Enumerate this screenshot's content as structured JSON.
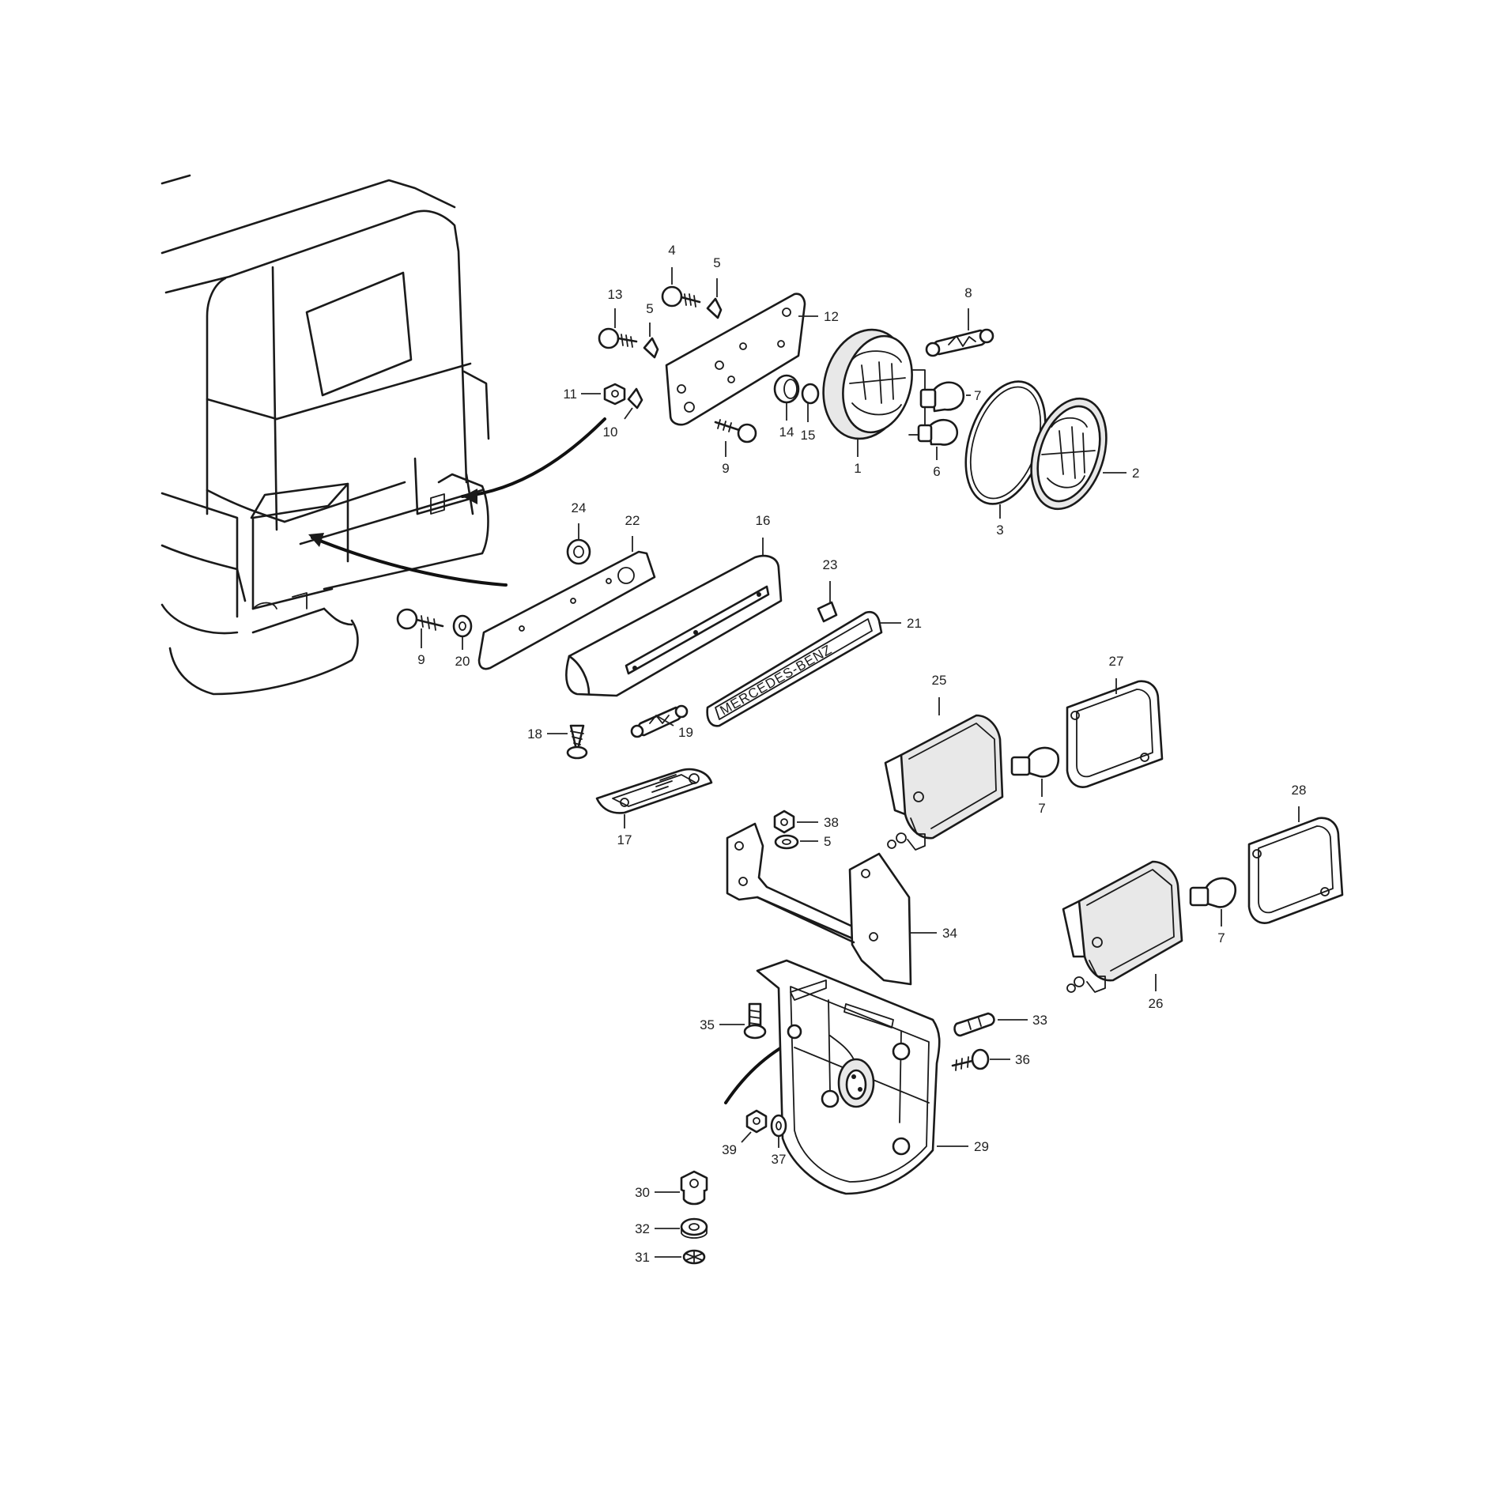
{
  "emblem_text": "MERCEDES-BENZ",
  "labels": [
    {
      "id": "c1",
      "text": "1",
      "anchor": "middle"
    },
    {
      "id": "c2",
      "text": "2",
      "anchor": "start"
    },
    {
      "id": "c3",
      "text": "3",
      "anchor": "middle"
    },
    {
      "id": "c4",
      "text": "4",
      "anchor": "middle"
    },
    {
      "id": "c5a",
      "text": "5",
      "anchor": "middle"
    },
    {
      "id": "c5b",
      "text": "5",
      "anchor": "middle"
    },
    {
      "id": "c5c",
      "text": "5",
      "anchor": "start"
    },
    {
      "id": "c6",
      "text": "6",
      "anchor": "middle"
    },
    {
      "id": "c7a",
      "text": "7",
      "anchor": "start"
    },
    {
      "id": "c7b",
      "text": "7",
      "anchor": "middle"
    },
    {
      "id": "c7c",
      "text": "7",
      "anchor": "middle"
    },
    {
      "id": "c8",
      "text": "8",
      "anchor": "middle"
    },
    {
      "id": "c9a",
      "text": "9",
      "anchor": "middle"
    },
    {
      "id": "c9b",
      "text": "9",
      "anchor": "middle"
    },
    {
      "id": "c10",
      "text": "10",
      "anchor": "middle"
    },
    {
      "id": "c11",
      "text": "11",
      "anchor": "end"
    },
    {
      "id": "c12",
      "text": "12",
      "anchor": "start"
    },
    {
      "id": "c13",
      "text": "13",
      "anchor": "middle"
    },
    {
      "id": "c14",
      "text": "14",
      "anchor": "middle"
    },
    {
      "id": "c15",
      "text": "15",
      "anchor": "middle"
    },
    {
      "id": "c16",
      "text": "16",
      "anchor": "middle"
    },
    {
      "id": "c17",
      "text": "17",
      "anchor": "middle"
    },
    {
      "id": "c18",
      "text": "18",
      "anchor": "end"
    },
    {
      "id": "c19",
      "text": "19",
      "anchor": "start"
    },
    {
      "id": "c20",
      "text": "20",
      "anchor": "middle"
    },
    {
      "id": "c21",
      "text": "21",
      "anchor": "start"
    },
    {
      "id": "c22",
      "text": "22",
      "anchor": "middle"
    },
    {
      "id": "c23",
      "text": "23",
      "anchor": "middle"
    },
    {
      "id": "c24",
      "text": "24",
      "anchor": "middle"
    },
    {
      "id": "c25",
      "text": "25",
      "anchor": "middle"
    },
    {
      "id": "c26",
      "text": "26",
      "anchor": "middle"
    },
    {
      "id": "c27",
      "text": "27",
      "anchor": "middle"
    },
    {
      "id": "c28",
      "text": "28",
      "anchor": "middle"
    },
    {
      "id": "c29",
      "text": "29",
      "anchor": "start"
    },
    {
      "id": "c30",
      "text": "30",
      "anchor": "end"
    },
    {
      "id": "c31",
      "text": "31",
      "anchor": "end"
    },
    {
      "id": "c32",
      "text": "32",
      "anchor": "end"
    },
    {
      "id": "c33",
      "text": "33",
      "anchor": "start"
    },
    {
      "id": "c34",
      "text": "34",
      "anchor": "start"
    },
    {
      "id": "c35",
      "text": "35",
      "anchor": "end"
    },
    {
      "id": "c36",
      "text": "36",
      "anchor": "start"
    },
    {
      "id": "c37",
      "text": "37",
      "anchor": "middle"
    },
    {
      "id": "c38",
      "text": "38",
      "anchor": "start"
    },
    {
      "id": "c39",
      "text": "39",
      "anchor": "end"
    }
  ]
}
